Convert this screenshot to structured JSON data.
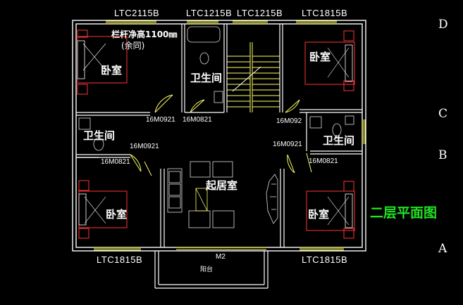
{
  "window_labels": {
    "top_left": "LTC2115B",
    "top_mid_left": "LTC1215B",
    "top_mid_right": "LTC1215B",
    "top_right": "LTC1815B",
    "bottom_left": "LTC1815B",
    "bottom_right": "LTC1815B"
  },
  "door_labels": {
    "bath_left_upper": "16M0921",
    "bath_center": "16M0821",
    "bath_right_upper": "16M092",
    "bath_left_lower": "16M0921",
    "bed_left_lower": "16M0821",
    "bath_right_lower": "16M0921",
    "bed_right_lower": "16M0821",
    "balcony_door": "M2"
  },
  "rooms": {
    "bedroom_top_left": "卧室",
    "bedroom_top_right": "卧室",
    "bedroom_bottom_left": "卧室",
    "bedroom_bottom_right": "卧室",
    "bathroom_center": "卫生间",
    "bathroom_left": "卫生间",
    "bathroom_right": "卫生间",
    "living_room": "起居室",
    "balcony": "阳台"
  },
  "notes": {
    "railing_line1": "栏杆净高1100㎜",
    "railing_line2": "(余同)"
  },
  "axis_labels": {
    "d": "D",
    "c": "C",
    "b": "B",
    "a": "A"
  },
  "title": "二层平面图",
  "colors": {
    "background": "#000000",
    "wall": "#ffffff",
    "window": "#ffff66",
    "furniture": "#ff3333",
    "fixture": "#dddddd",
    "title": "#22e322"
  }
}
